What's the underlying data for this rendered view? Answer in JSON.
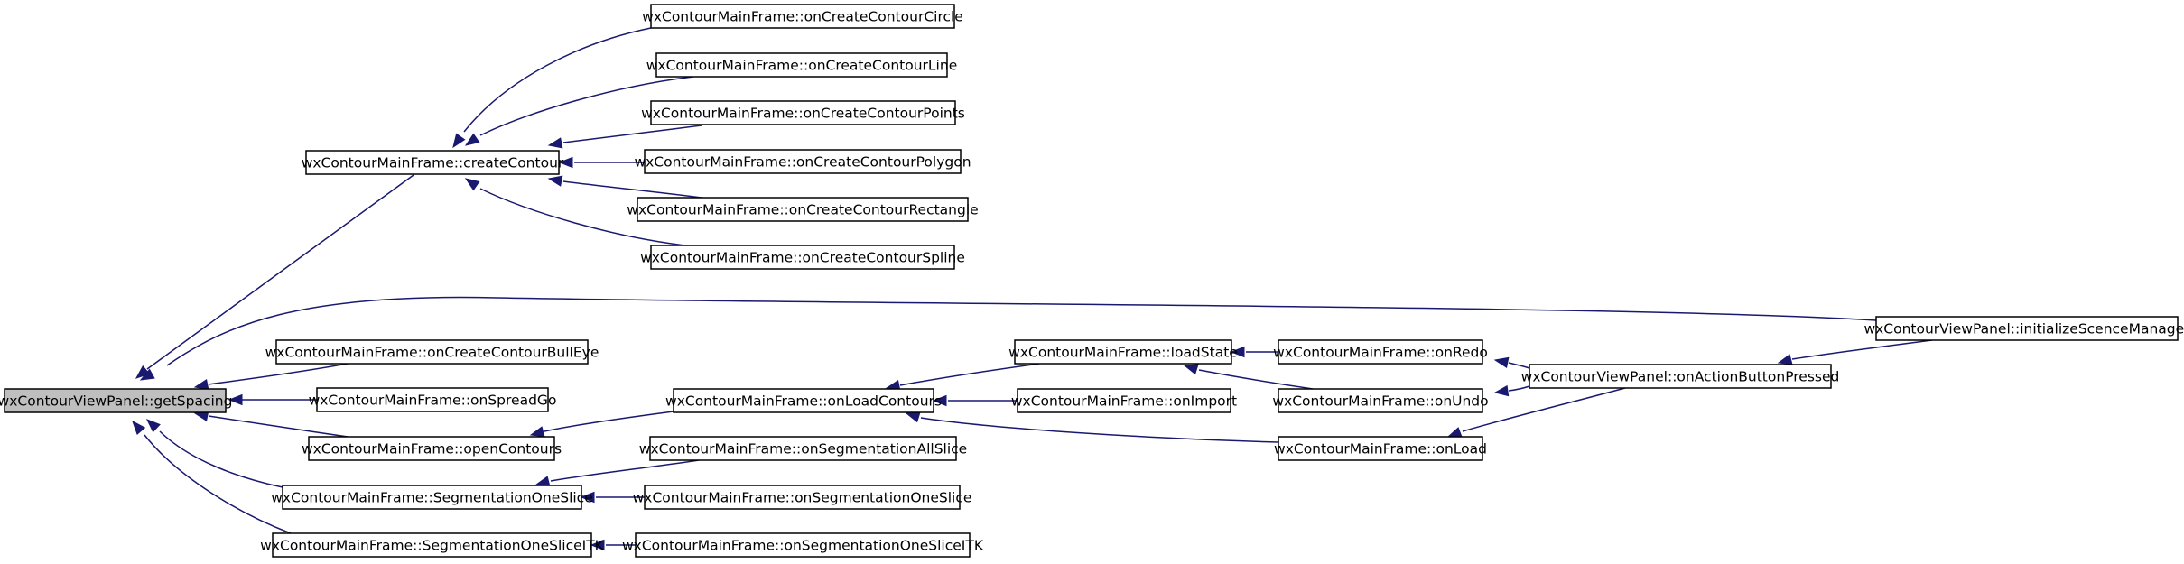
{
  "graph": {
    "edge_color": "#191970",
    "focus_fill": "#bfbfbf",
    "nodes": [
      {
        "id": "getSpacing",
        "label": "wxContourViewPanel::getSpacing",
        "focus": true
      },
      {
        "id": "createContour",
        "label": "wxContourMainFrame::createContour"
      },
      {
        "id": "onCreateContourCircle",
        "label": "wxContourMainFrame::onCreateContourCircle"
      },
      {
        "id": "onCreateContourLine",
        "label": "wxContourMainFrame::onCreateContourLine"
      },
      {
        "id": "onCreateContourPoints",
        "label": "wxContourMainFrame::onCreateContourPoints"
      },
      {
        "id": "onCreateContourPolygon",
        "label": "wxContourMainFrame::onCreateContourPolygon"
      },
      {
        "id": "onCreateContourRectangle",
        "label": "wxContourMainFrame::onCreateContourRectangle"
      },
      {
        "id": "onCreateContourSpline",
        "label": "wxContourMainFrame::onCreateContourSpline"
      },
      {
        "id": "initializeScenceManager",
        "label": "wxContourViewPanel::initializeScenceManager"
      },
      {
        "id": "onCreateContourBullEye",
        "label": "wxContourMainFrame::onCreateContourBullEye"
      },
      {
        "id": "onSpreadGo",
        "label": "wxContourMainFrame::onSpreadGo"
      },
      {
        "id": "openContours",
        "label": "wxContourMainFrame::openContours"
      },
      {
        "id": "SegmentationOneSlice",
        "label": "wxContourMainFrame::SegmentationOneSlice"
      },
      {
        "id": "SegmentationOneSliceITK",
        "label": "wxContourMainFrame::SegmentationOneSliceITK"
      },
      {
        "id": "onLoadContours",
        "label": "wxContourMainFrame::onLoadContours"
      },
      {
        "id": "onSegmentationAllSlice",
        "label": "wxContourMainFrame::onSegmentationAllSlice"
      },
      {
        "id": "onSegmentationOneSlice",
        "label": "wxContourMainFrame::onSegmentationOneSlice"
      },
      {
        "id": "onSegmentationOneSliceITK",
        "label": "wxContourMainFrame::onSegmentationOneSliceITK"
      },
      {
        "id": "loadState",
        "label": "wxContourMainFrame::loadState"
      },
      {
        "id": "onImport",
        "label": "wxContourMainFrame::onImport"
      },
      {
        "id": "onLoad",
        "label": "wxContourMainFrame::onLoad"
      },
      {
        "id": "onRedo",
        "label": "wxContourMainFrame::onRedo"
      },
      {
        "id": "onUndo",
        "label": "wxContourMainFrame::onUndo"
      },
      {
        "id": "onActionButtonPressed",
        "label": "wxContourViewPanel::onActionButtonPressed"
      }
    ],
    "edges": [
      {
        "from": "createContour",
        "to": "getSpacing"
      },
      {
        "from": "initializeScenceManager",
        "to": "getSpacing"
      },
      {
        "from": "onCreateContourBullEye",
        "to": "getSpacing"
      },
      {
        "from": "onSpreadGo",
        "to": "getSpacing"
      },
      {
        "from": "openContours",
        "to": "getSpacing"
      },
      {
        "from": "SegmentationOneSlice",
        "to": "getSpacing"
      },
      {
        "from": "SegmentationOneSliceITK",
        "to": "getSpacing"
      },
      {
        "from": "onCreateContourCircle",
        "to": "createContour"
      },
      {
        "from": "onCreateContourLine",
        "to": "createContour"
      },
      {
        "from": "onCreateContourPoints",
        "to": "createContour"
      },
      {
        "from": "onCreateContourPolygon",
        "to": "createContour"
      },
      {
        "from": "onCreateContourRectangle",
        "to": "createContour"
      },
      {
        "from": "onCreateContourSpline",
        "to": "createContour"
      },
      {
        "from": "onLoadContours",
        "to": "openContours"
      },
      {
        "from": "onSegmentationAllSlice",
        "to": "SegmentationOneSlice"
      },
      {
        "from": "onSegmentationOneSlice",
        "to": "SegmentationOneSlice"
      },
      {
        "from": "onSegmentationOneSliceITK",
        "to": "SegmentationOneSliceITK"
      },
      {
        "from": "loadState",
        "to": "onLoadContours"
      },
      {
        "from": "onImport",
        "to": "onLoadContours"
      },
      {
        "from": "onLoad",
        "to": "onLoadContours"
      },
      {
        "from": "onRedo",
        "to": "loadState"
      },
      {
        "from": "onUndo",
        "to": "loadState"
      },
      {
        "from": "onActionButtonPressed",
        "to": "onRedo"
      },
      {
        "from": "onActionButtonPressed",
        "to": "onUndo"
      },
      {
        "from": "onActionButtonPressed",
        "to": "onLoad"
      },
      {
        "from": "initializeScenceManager",
        "to": "onActionButtonPressed"
      }
    ]
  }
}
